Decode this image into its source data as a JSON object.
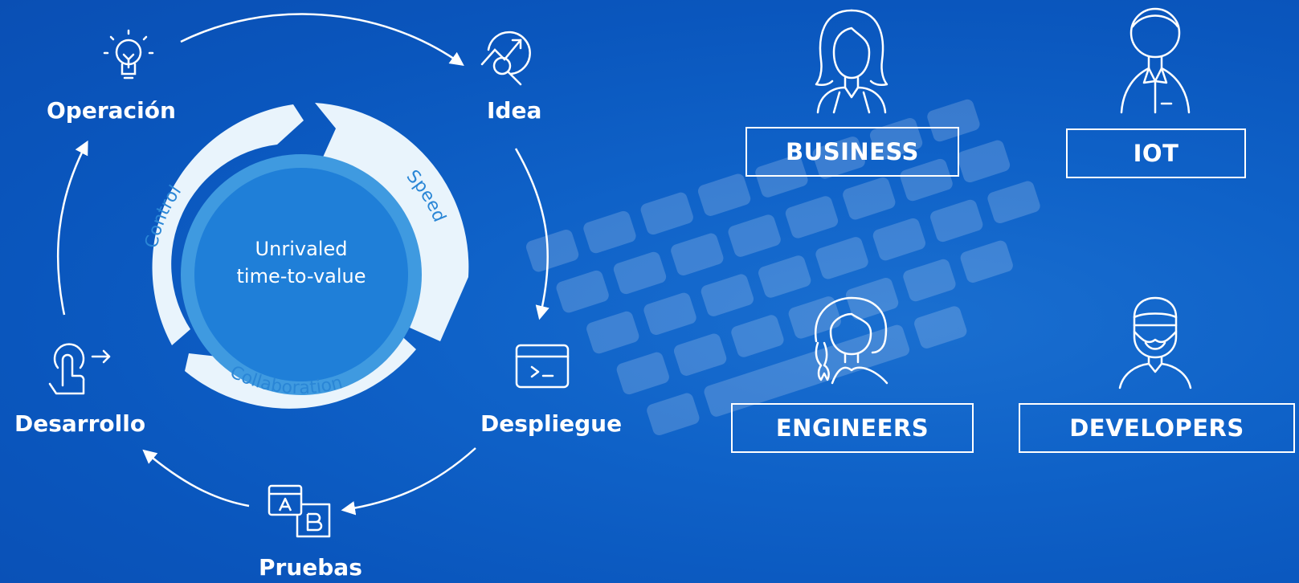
{
  "cycle": {
    "center_line1": "Unrivaled",
    "center_line2": "time-to-value",
    "ring_labels": {
      "speed": "Speed",
      "control": "Control",
      "collaboration": "Collaboration"
    },
    "stages": {
      "operacion": "Operación",
      "idea": "Idea",
      "despliegue": "Despliegue",
      "pruebas": "Pruebas",
      "desarrollo": "Desarrollo"
    }
  },
  "roles": {
    "business": "BUSINESS",
    "iot": "IOT",
    "engineers": "ENGINEERS",
    "developers": "DEVELOPERS"
  },
  "icons": {
    "operacion": "lightbulb-icon",
    "idea": "trend-search-icon",
    "despliegue": "terminal-icon",
    "pruebas": "ab-test-icon",
    "desarrollo": "touch-pointer-icon",
    "business": "woman-avatar-icon",
    "iot": "man-avatar-icon",
    "engineers": "engineer-avatar-icon",
    "developers": "developer-avatar-icon"
  },
  "colors": {
    "background": "#0f62c8",
    "ring": "#e9f4fc",
    "center": "#1e7fd6",
    "center_ring": "#3f9ae0"
  }
}
